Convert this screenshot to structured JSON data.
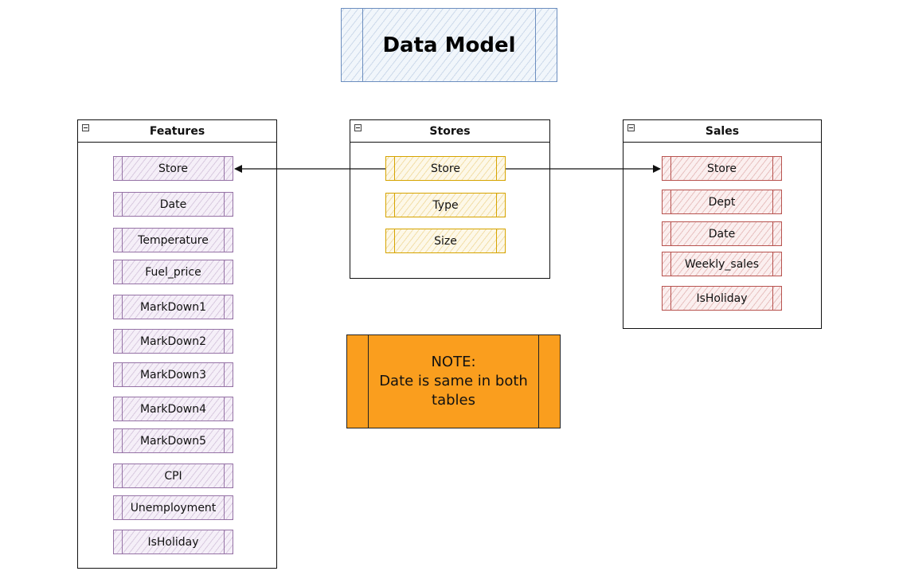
{
  "title": "Data Model",
  "colors": {
    "title_border": "#6c8ebf",
    "features_fields": "#9673a6",
    "stores_fields": "#d6a400",
    "sales_fields": "#b85450",
    "note_fill": "#fa9e1e",
    "table_border": "#111111"
  },
  "tables": {
    "features": {
      "name": "Features",
      "fields": [
        "Store",
        "Date",
        "Temperature",
        "Fuel_price",
        "MarkDown1",
        "MarkDown2",
        "MarkDown3",
        "MarkDown4",
        "MarkDown5",
        "CPI",
        "Unemployment",
        "IsHoliday"
      ]
    },
    "stores": {
      "name": "Stores",
      "fields": [
        "Store",
        "Type",
        "Size"
      ]
    },
    "sales": {
      "name": "Sales",
      "fields": [
        "Store",
        "Dept",
        "Date",
        "Weekly_sales",
        "IsHoliday"
      ]
    }
  },
  "relations": [
    {
      "from": "stores.Store",
      "to": "features.Store"
    },
    {
      "from": "stores.Store",
      "to": "sales.Store"
    }
  ],
  "note": {
    "line1": "NOTE:",
    "line2": "Date is same in both tables"
  }
}
